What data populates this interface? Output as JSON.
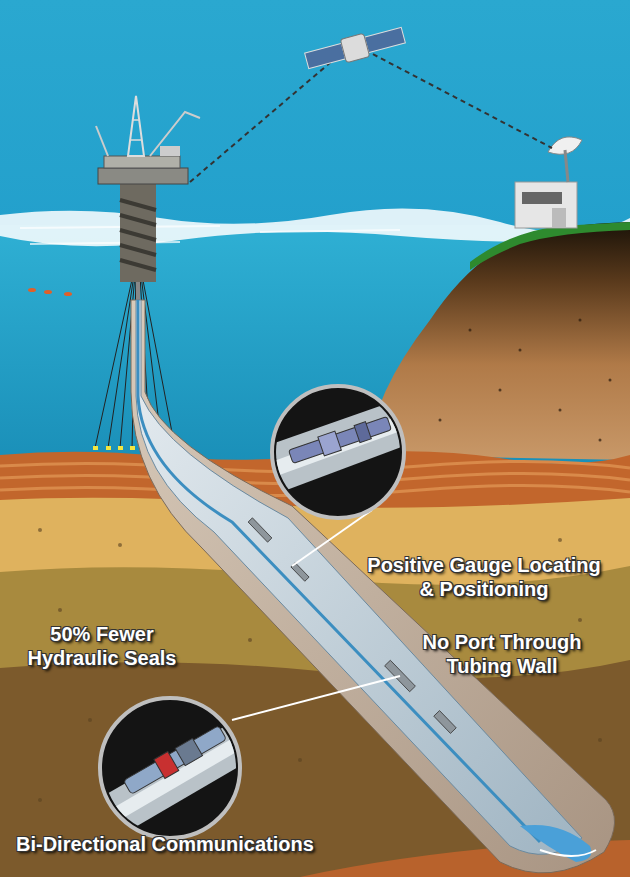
{
  "diagram": {
    "labels": [
      "Positive Gauge Locating & Positioning",
      "50% Fewer Hydraulic Seals",
      "No Port Through Tubing Wall",
      "Bi-Directional Communications"
    ]
  }
}
